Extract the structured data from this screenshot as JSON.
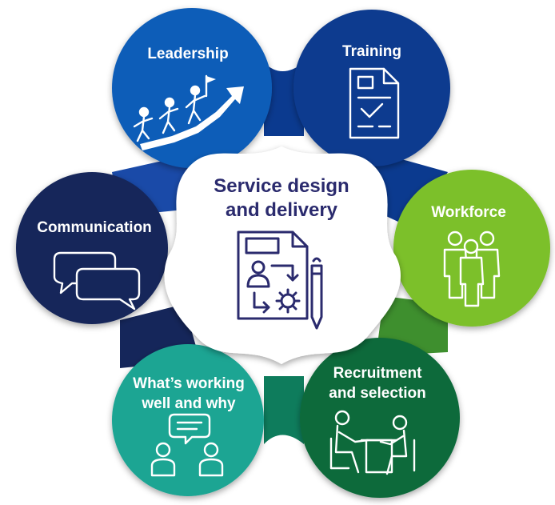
{
  "center": {
    "title_line1": "Service design",
    "title_line2": "and delivery",
    "icon": "document-process-icon"
  },
  "segments": [
    {
      "id": "leadership",
      "lines": [
        "Leadership"
      ],
      "color": "#0f5db8",
      "icon": "climbing-people-arrow-icon"
    },
    {
      "id": "training",
      "lines": [
        "Training"
      ],
      "color": "#0b3a8f",
      "icon": "checklist-document-icon"
    },
    {
      "id": "workforce",
      "lines": [
        "Workforce"
      ],
      "color": "#7cc02a",
      "icon": "group-of-people-icon"
    },
    {
      "id": "recruitment",
      "lines": [
        "Recruitment",
        "and selection"
      ],
      "color": "#0c6a3a",
      "icon": "interview-table-icon"
    },
    {
      "id": "whats-working",
      "lines": [
        "What’s working",
        "well and why"
      ],
      "color": "#1aa593",
      "icon": "two-people-chat-icon"
    },
    {
      "id": "communication",
      "lines": [
        "Communication"
      ],
      "color": "#15265a",
      "icon": "speech-bubbles-icon"
    }
  ]
}
